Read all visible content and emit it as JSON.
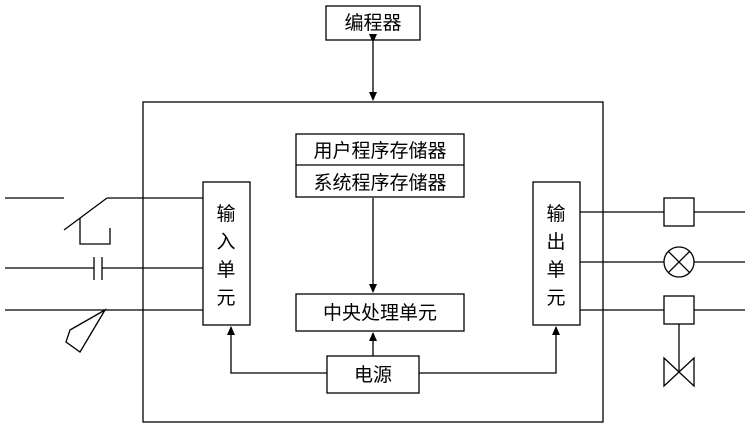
{
  "labels": {
    "programmer": "编程器",
    "user_memory": "用户程序存储器",
    "system_memory": "系统程序存储器",
    "cpu": "中央处理单元",
    "power": "电源",
    "input_unit": [
      "输",
      "入",
      "单",
      "元"
    ],
    "output_unit": [
      "输",
      "出",
      "单",
      "元"
    ]
  },
  "colors": {
    "stroke": "#000000",
    "background": "#ffffff"
  }
}
